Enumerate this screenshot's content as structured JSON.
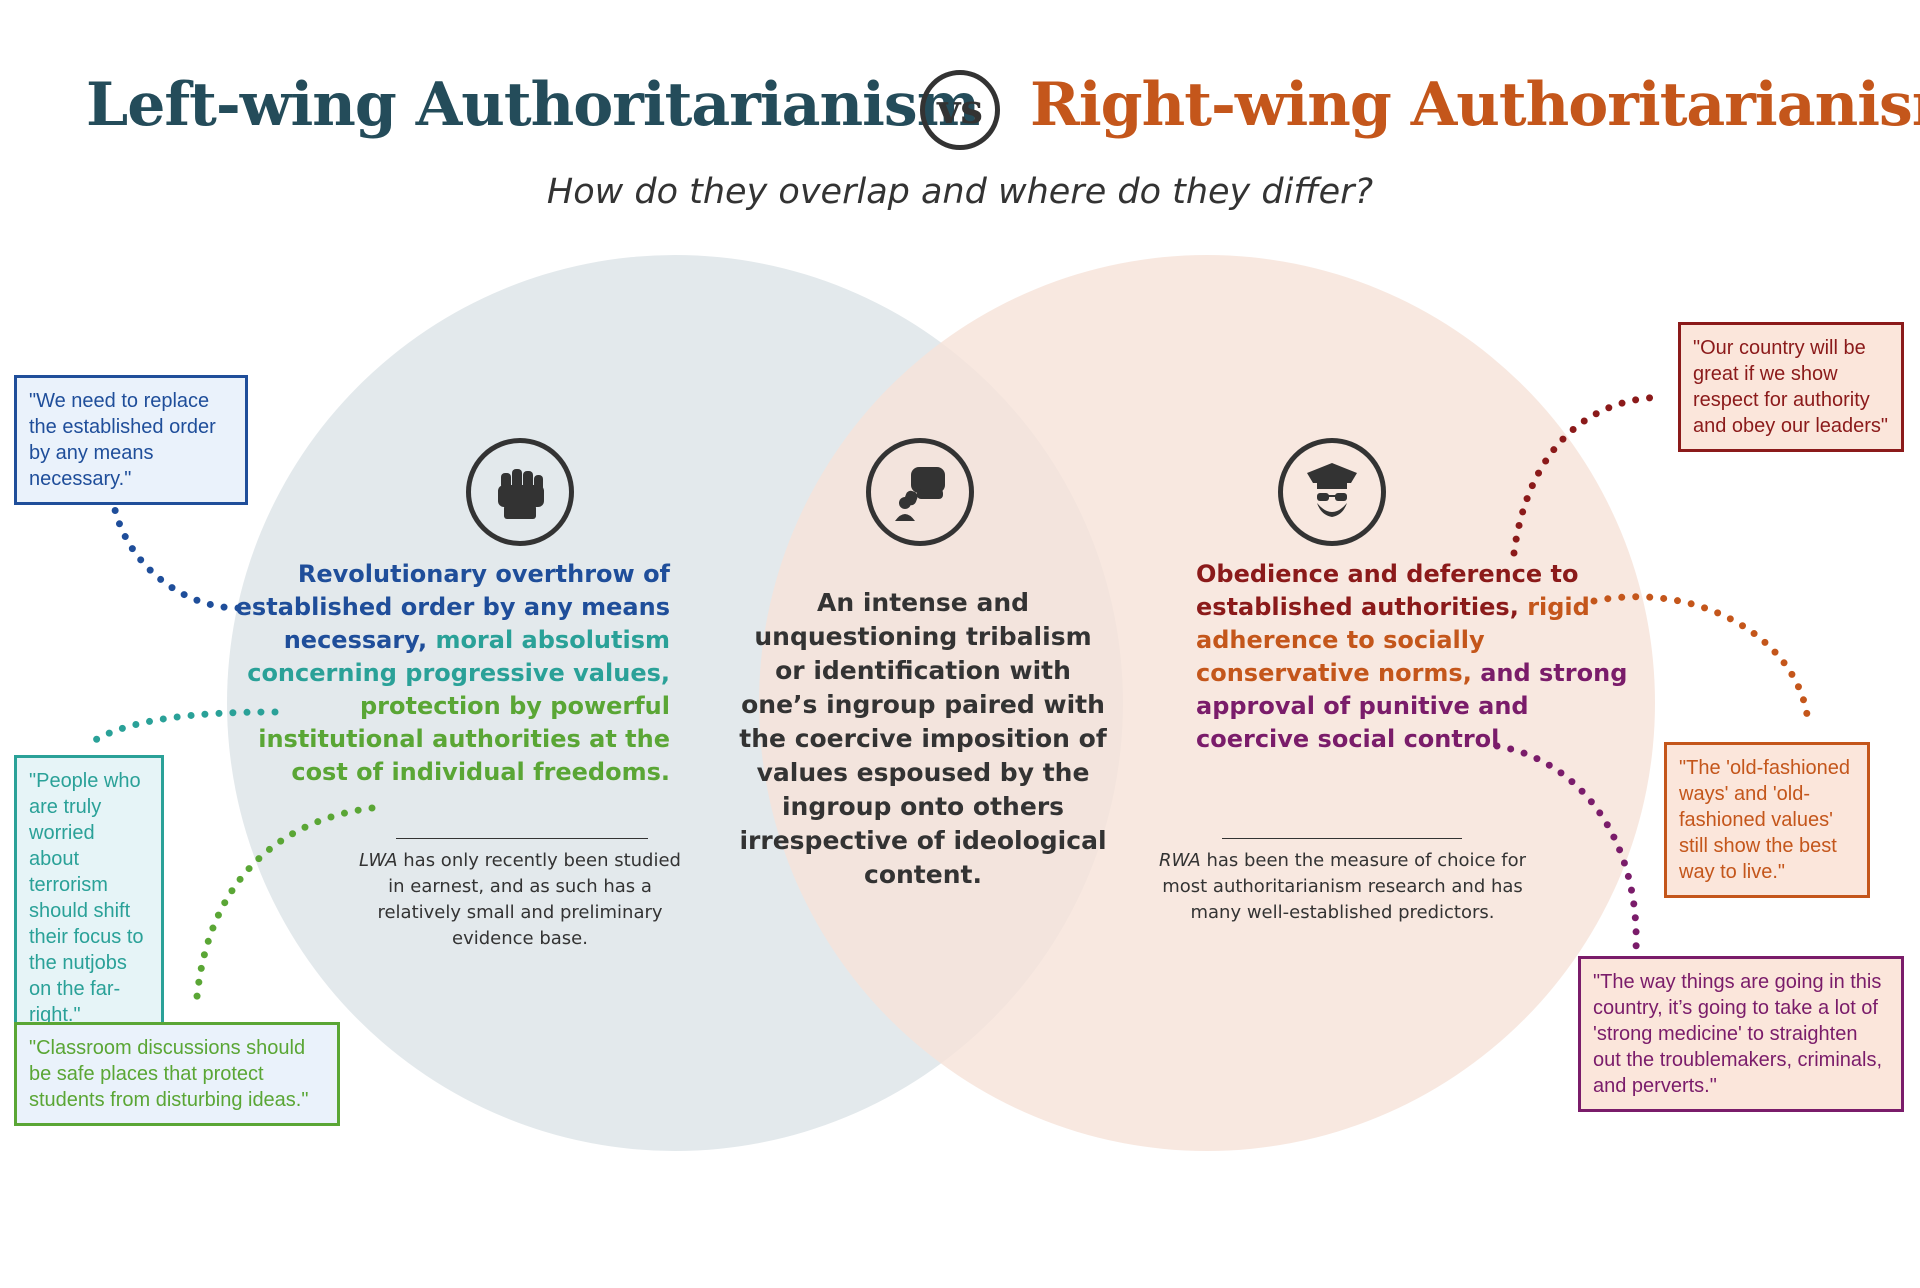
{
  "title_left": "Left-wing Authoritarianism",
  "vs_label": "vs",
  "title_right": "Right-wing Authoritarianism",
  "subtitle": "How do they overlap and where do they differ?",
  "colors": {
    "title_left": "#244c5a",
    "title_right": "#c4561b",
    "left_circle": "#e3e9ec",
    "right_circle": "#f6e3d9",
    "navy": "#1f4e9a",
    "teal": "#2aa198",
    "green": "#5aa635",
    "maroon": "#8b1a1a",
    "orange": "#c4561b",
    "purple": "#7a1c6a"
  },
  "icons": {
    "left": "raised-fist-icon",
    "center": "hand-pointing-at-person-icon",
    "right": "police-officer-icon"
  },
  "lwa": {
    "part1": "Revolutionary overthrow of established order by any means necessary",
    "sep1": ",",
    "part2": "moral absolutism concerning progressive values,",
    "part3": "protection by powerful institutional authorities at the cost of individual freedoms.",
    "note_abbr": "LWA",
    "note_rest": " has only recently been studied in earnest, and as such has a relatively small and preliminary evidence base."
  },
  "center_text": "An intense and unquestioning tribalism or identification with one’s ingroup paired with the coercive imposition of values espoused by the ingroup onto others irrespective of ideological content.",
  "rwa": {
    "part1": "Obedience and deference to established authorities",
    "sep1": ",",
    "part2": "rigid adherence to socially conservative norms",
    "sep2": ",",
    "part3": "and strong approval of punitive and coercive social control",
    "note_abbr": "RWA",
    "note_rest": " has been the measure of choice for most authoritarianism research and has many well-established predictors."
  },
  "quotes_left": [
    "\"We need to replace the established order by any means necessary.\"",
    "\"People who are truly worried about terrorism should shift their focus to the nutjobs on the far-right.\"",
    "\"Classroom discussions should be safe places that protect students from disturbing ideas.\""
  ],
  "quotes_right": [
    "\"Our country will be great if we show respect for authority and obey our leaders\"",
    "\"The 'old-fashioned ways' and 'old-fashioned values' still show the best way to live.\"",
    "\"The way things are going in this country, it’s going to take a lot of 'strong medicine' to straighten out the troublemakers, criminals, and perverts.\""
  ]
}
